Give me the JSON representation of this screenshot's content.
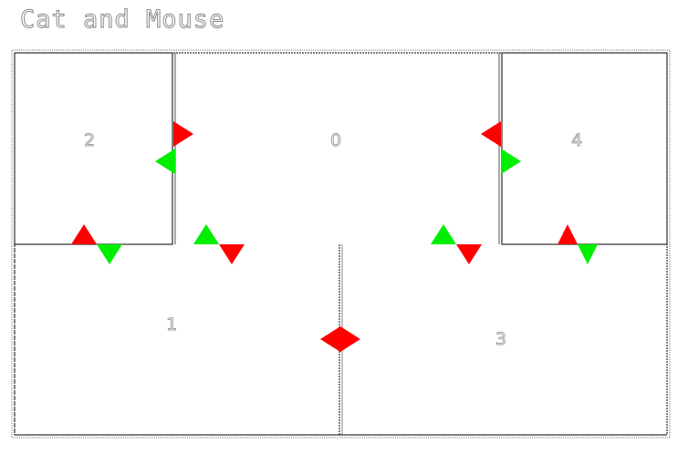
{
  "title": "Cat and Mouse",
  "rooms": [
    {
      "id": "room-0",
      "label": "0"
    },
    {
      "id": "room-1",
      "label": "1"
    },
    {
      "id": "room-2",
      "label": "2"
    },
    {
      "id": "room-3",
      "label": "3"
    },
    {
      "id": "room-4",
      "label": "4"
    }
  ],
  "colors": {
    "wall": "#000000",
    "door_in": "#00ee00",
    "door_out": "#ff0000",
    "cat_door": "#ff0000"
  }
}
